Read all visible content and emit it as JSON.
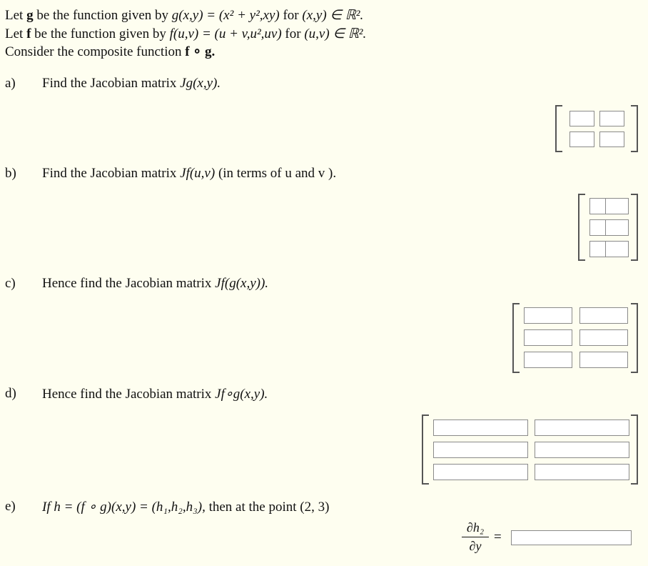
{
  "intro": {
    "line1_prefix": "Let",
    "line1_fn": "g",
    "line1_mid": "be the function given by",
    "line1_expr": "g(x,y) = (x² + y²,xy)",
    "line1_for": "for",
    "line1_domain": "(x,y) ∈ ℝ².",
    "line2_prefix": "Let",
    "line2_fn": "f",
    "line2_mid": "be the function given by",
    "line2_expr": "f(u,v) = (u + v,u²,uv)",
    "line2_for": "for",
    "line2_domain": "(u,v) ∈ ℝ².",
    "line3": "Consider the composite function",
    "line3_expr": "f ∘ g."
  },
  "parts": [
    {
      "label": "a)",
      "text": "Find the Jacobian matrix",
      "expr": "Jg(x,y).",
      "tail": ""
    },
    {
      "label": "b)",
      "text": "Find the Jacobian matrix",
      "expr": "Jf(u,v)",
      "tail": "(in terms of u and v )."
    },
    {
      "label": "c)",
      "text": "Hence find the Jacobian matrix",
      "expr": "Jf(g(x,y)).",
      "tail": ""
    },
    {
      "label": "d)",
      "text": "Hence find the Jacobian matrix",
      "expr": "Jf∘g(x,y).",
      "tail": ""
    },
    {
      "label": "e)",
      "text": "If h = (f ∘ g)(x,y) = (h₁,h₂,h₃),",
      "expr": "",
      "tail": "then at the point (2, 3)"
    }
  ],
  "derivative": {
    "numerator": "∂h₂",
    "denominator": "∂y",
    "equals": "="
  },
  "answers": {
    "matrix_a": [
      [
        "",
        ""
      ],
      [
        "",
        ""
      ]
    ],
    "matrix_b": [
      [
        "",
        ""
      ],
      [
        "",
        ""
      ],
      [
        "",
        ""
      ]
    ],
    "matrix_c": [
      [
        "",
        ""
      ],
      [
        "",
        ""
      ],
      [
        "",
        ""
      ]
    ],
    "matrix_d": [
      [
        "",
        ""
      ],
      [
        "",
        ""
      ],
      [
        "",
        ""
      ]
    ],
    "dh2_dy": ""
  }
}
